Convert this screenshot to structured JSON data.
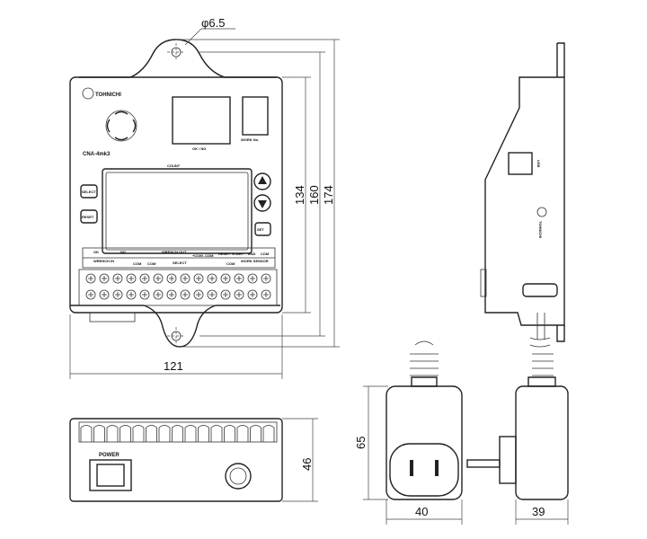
{
  "dimensions": {
    "hole_diameter": "φ6.5",
    "height_134": "134",
    "height_160": "160",
    "height_174": "174",
    "width_121": "121",
    "depth_46": "46",
    "adapter_height_65": "65",
    "adapter_width_40": "40",
    "adapter_depth_39": "39"
  },
  "front_panel": {
    "brand": "TOHNICHI",
    "model": "CNA-4mk3",
    "ok_ng_label": "OK / NG",
    "work_no_label": "WORK No.",
    "count_label": "COUNT",
    "select_button": "SELECT",
    "reset_button": "RESET",
    "set_button": "SET",
    "terminal": {
      "ok": "OK",
      "ng": "NG",
      "wrench_out": "WRENCH OUT",
      "wrench_in": "WRENCH IN",
      "com": "COM",
      "select": "SELECT",
      "com_com": "+COM  -COM",
      "reset": "RESET",
      "start": "START",
      "end": "END",
      "work_sensor": "WORK SENSOR"
    }
  },
  "bottom_view": {
    "power_label": "POWER"
  },
  "side_view": {
    "usb_label": "USB",
    "brand": "TOHNICHI"
  }
}
